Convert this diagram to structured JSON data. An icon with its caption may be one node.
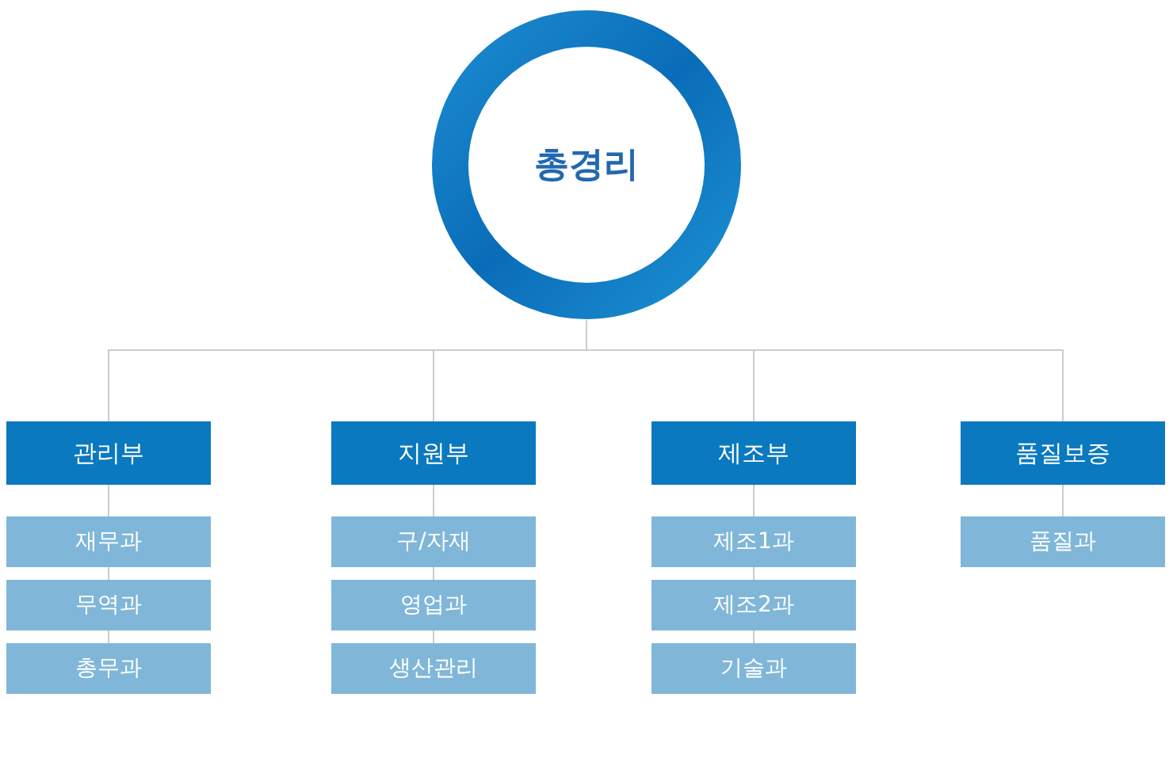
{
  "diagram": {
    "nodes": [
      {
        "text": [
          "총경리"
        ]
      },
      {
        "text": [
          "관리부"
        ]
      },
      {
        "text": [
          "재무과"
        ]
      },
      {
        "text": [
          "무역과"
        ]
      },
      {
        "text": [
          "총무과"
        ]
      },
      {
        "text": [
          "지원부"
        ]
      },
      {
        "text": [
          "구/자재"
        ]
      },
      {
        "text": [
          "영업과"
        ]
      },
      {
        "text": [
          "생산관리"
        ]
      },
      {
        "text": [
          "제조부"
        ]
      },
      {
        "text": [
          "제조1과"
        ]
      },
      {
        "text": [
          "제조2과"
        ]
      },
      {
        "text": [
          "기술과"
        ]
      },
      {
        "text": [
          "품질보증"
        ]
      },
      {
        "text": [
          "품질과"
        ]
      }
    ],
    "edges": [
      {
        "from": 0,
        "to": 1,
        "arrow": "none"
      },
      {
        "from": 0,
        "to": 5,
        "arrow": "none"
      },
      {
        "from": 0,
        "to": 9,
        "arrow": "none"
      },
      {
        "from": 0,
        "to": 13,
        "arrow": "none"
      },
      {
        "from": 1,
        "to": 2,
        "arrow": "none"
      },
      {
        "from": 2,
        "to": 3,
        "arrow": "none"
      },
      {
        "from": 3,
        "to": 4,
        "arrow": "none"
      },
      {
        "from": 5,
        "to": 6,
        "arrow": "none"
      },
      {
        "from": 6,
        "to": 7,
        "arrow": "none"
      },
      {
        "from": 7,
        "to": 8,
        "arrow": "none"
      },
      {
        "from": 9,
        "to": 10,
        "arrow": "none"
      },
      {
        "from": 10,
        "to": 11,
        "arrow": "none"
      },
      {
        "from": 11,
        "to": 12,
        "arrow": "none"
      },
      {
        "from": 13,
        "to": 14,
        "arrow": "none"
      }
    ]
  }
}
